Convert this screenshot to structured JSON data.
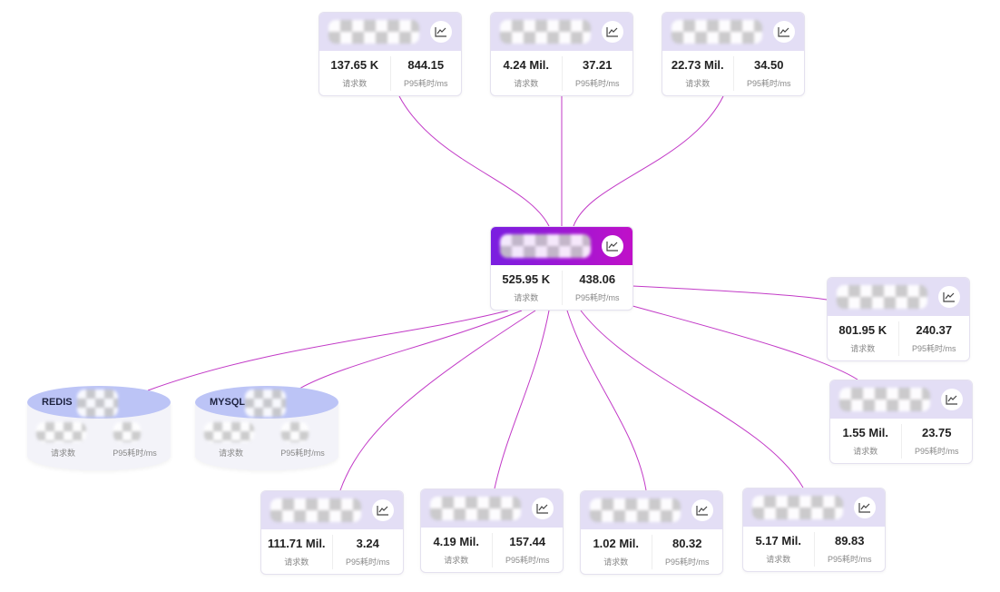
{
  "labels": {
    "requests": "请求数",
    "p95": "P95耗时/ms"
  },
  "colors": {
    "edge": "#c23ac7",
    "header": "#e3def5",
    "center_from": "#7a1fe0",
    "center_to": "#c010c8",
    "db_top": "#bcc4f6"
  },
  "center": {
    "requests": "525.95 K",
    "p95": "438.06"
  },
  "nodes": [
    {
      "id": "top-1",
      "requests": "137.65 K",
      "p95": "844.15"
    },
    {
      "id": "top-2",
      "requests": "4.24 Mil.",
      "p95": "37.21"
    },
    {
      "id": "top-3",
      "requests": "22.73 Mil.",
      "p95": "34.50"
    },
    {
      "id": "right-1",
      "requests": "801.95 K",
      "p95": "240.37"
    },
    {
      "id": "right-2",
      "requests": "1.55 Mil.",
      "p95": "23.75"
    },
    {
      "id": "bottom-1",
      "requests": "111.71 Mil.",
      "p95": "3.24"
    },
    {
      "id": "bottom-2",
      "requests": "4.19 Mil.",
      "p95": "157.44"
    },
    {
      "id": "bottom-3",
      "requests": "1.02 Mil.",
      "p95": "80.32"
    },
    {
      "id": "bottom-4",
      "requests": "5.17 Mil.",
      "p95": "89.83"
    }
  ],
  "databases": [
    {
      "name": "REDIS"
    },
    {
      "name": "MYSQL"
    }
  ]
}
